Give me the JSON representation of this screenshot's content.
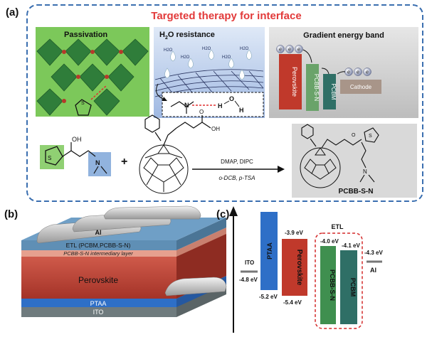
{
  "panel_a": {
    "label": "(a)",
    "title": "Targeted therapy for interface",
    "passivation": {
      "label": "Passivation"
    },
    "h2o": {
      "label_prefix": "H",
      "label_sub": "2",
      "label_suffix": "O resistance",
      "drop_label": "H2O",
      "mol_n": "N",
      "mol_h1": "H",
      "mol_o": "O",
      "mol_h2": "H"
    },
    "gradient": {
      "label": "Gradient energy band",
      "electron": "e",
      "blocks": [
        "Perovskite",
        "PCBB-S-N",
        "PCBM",
        "Cathode"
      ]
    },
    "reaction": {
      "oh": "OH",
      "plus": "+",
      "n": "N",
      "cooh": "OH",
      "o_dbl": "O",
      "cond1": "DMAP, DIPC",
      "cond2": "o-DCB, p-TSA",
      "product_name": "PCBB-S-N"
    }
  },
  "panel_b": {
    "label": "(b)",
    "layers": [
      "Al",
      "ETL (PCBM,PCBB-S-N)",
      "PCBB-S-N intermediary layer",
      "Perovskite",
      "PTAA",
      "ITO"
    ]
  },
  "panel_c": {
    "label": "(c)",
    "etl_label": "ETL",
    "ito": {
      "name": "ITO",
      "value": "-4.8 eV"
    },
    "ptaa": {
      "name": "PTAA",
      "bottom": "-5.2 eV"
    },
    "perovskite": {
      "name": "Perovskite",
      "top": "-3.9 eV",
      "bottom": "-5.4 eV"
    },
    "pcbbsn": {
      "name": "PCBB-S-N",
      "top": "-4.0 eV"
    },
    "pcbm": {
      "name": "PCBM",
      "top": "-4.1 eV"
    },
    "al": {
      "name": "Al",
      "value": "-4.3 eV"
    }
  },
  "colors": {
    "title_red": "#e23a3a",
    "dash_blue": "#3b6fb0",
    "perovskite": "#c0392b",
    "ptaa": "#2e6fc7",
    "pcbbsn": "#3f8f4f",
    "pcbm": "#2f6f66",
    "green_bg": "#7cc85a"
  }
}
